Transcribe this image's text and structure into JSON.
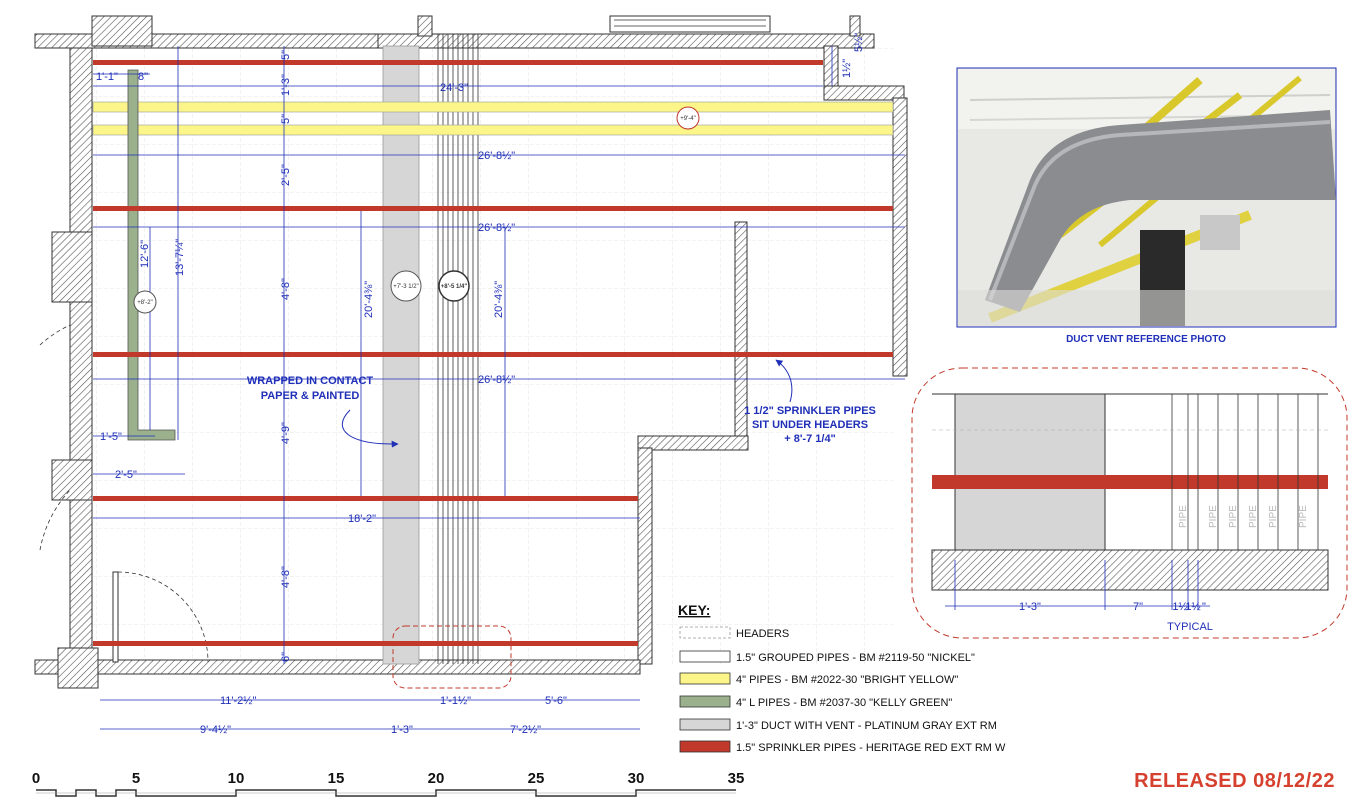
{
  "plan": {
    "dimensions": {
      "d1": "1'-1\"",
      "d2": "8\"",
      "d3": "5\"",
      "d4": "1'-3\"",
      "d5": "24'-3\"",
      "d6": "5\"",
      "d7": "26'-8½\"",
      "d8": "2'-5\"",
      "d9": "26'-8½\"",
      "d10": "12'-6\"",
      "d11": "13'-7¼\"",
      "d12": "4'-8\"",
      "d13": "20'-4⅜\"",
      "d14": "20'-4⅜\"",
      "d15": "26'-8½\"",
      "d16": "1'-5\"",
      "d17": "4'-9\"",
      "d18": "2'-5\"",
      "d19": "18'-2\"",
      "d20": "4'-8\"",
      "d21": "6\"",
      "d22": "11'-2½\"",
      "d23": "1'-1½\"",
      "d24": "5'-6\"",
      "d25": "9'-4½\"",
      "d26": "1'-3\"",
      "d27": "7'-2½\"",
      "d28": "1½\"",
      "d29": "5½\""
    },
    "bubbles": {
      "b1": "+9'-4\"",
      "b2": "+8'-2\"",
      "b3": "+7'-3 1/2\"",
      "b4": "+8'-5 1/4\""
    },
    "note_wrapped": [
      "WRAPPED IN CONTACT",
      "PAPER & PAINTED"
    ],
    "note_sprinkler": [
      "1 1/2\" SPRINKLER PIPES",
      "SIT UNDER HEADERS",
      "+ 8'-7 1/4\""
    ]
  },
  "photo": {
    "caption": "DUCT VENT REFERENCE PHOTO"
  },
  "detail": {
    "pipe_labels": [
      "PIPE",
      "PIPE",
      "PIPE",
      "PIPE",
      "PIPE",
      "PIPE"
    ],
    "dims": [
      "1'-3\"",
      "7\"",
      "1½",
      "1½",
      "\""
    ],
    "typical": "TYPICAL"
  },
  "key": {
    "title": "KEY:",
    "items": [
      {
        "label": "HEADERS",
        "swatch": "#ffffff",
        "dashed": true
      },
      {
        "label": "1.5\"  GROUPED PIPES - BM #2119-50 \"NICKEL\"",
        "swatch": "#ffffff",
        "dashed": false
      },
      {
        "label": "4\" PIPES - BM #2022-30 \"BRIGHT YELLOW\"",
        "swatch": "#fbf58a",
        "dashed": false
      },
      {
        "label": "4\" L PIPES - BM #2037-30 \"KELLY GREEN\"",
        "swatch": "#9bb08d",
        "dashed": false
      },
      {
        "label": "1'-3\" DUCT WITH VENT - PLATINUM GRAY EXT RM",
        "swatch": "#d6d6d6",
        "dashed": false
      },
      {
        "label": "1.5\"  SPRINKLER PIPES - HERITAGE RED EXT RM W",
        "swatch": "#c0392b",
        "dashed": false
      }
    ]
  },
  "scale": {
    "ticks": [
      "0",
      "5",
      "10",
      "15",
      "20",
      "25",
      "30",
      "35"
    ]
  },
  "released": "RELEASED 08/12/22",
  "colors": {
    "dimension_blue": "#1f2fb8",
    "sprinkler_red": "#c0392b",
    "pipe_yellow": "#fbf58a",
    "pipe_green": "#9bb08d",
    "duct_gray": "#d6d6d6",
    "release_red": "#d6412f"
  }
}
